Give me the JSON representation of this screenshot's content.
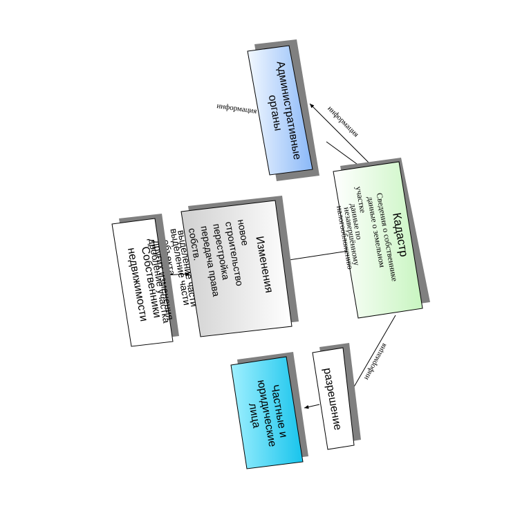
{
  "nodes": {
    "admin": {
      "label_lines": [
        "Административные",
        "органы"
      ],
      "fill": "#9ec8ff"
    },
    "cadastre": {
      "title": "Кадастр",
      "detail_lines": [
        "Сведения о собственнике",
        "данные о земельном",
        "участке"
      ],
      "overlap_lines": [
        "данные по",
        "незавершённому",
        "налогообложению"
      ],
      "fill": "#dcfad8"
    },
    "changes": {
      "title": "Изменения",
      "item_lines": [
        "новое",
        "строительство",
        "перестройка",
        "передача права",
        "собств.",
        "выделение части"
      ],
      "overlap_lines": [
        "выделение части",
        "объекта",
        "дробление"
      ],
      "fill": "#e6e6e6"
    },
    "owners": {
      "label_lines": [
        "Собственники",
        "недвижимости"
      ],
      "overlap_lines": [
        "других изменения",
        "дробление участка"
      ],
      "fill": "#ffffff"
    },
    "private": {
      "label_lines": [
        "Частные и",
        "юридические",
        "лица"
      ],
      "fill": "#28d2f0"
    },
    "permit": {
      "label": "разрешение",
      "fill": "#ffffff"
    }
  },
  "edges": {
    "admin_info_label": "информация",
    "cadastre_to_admin_label": "информация",
    "cadastre_to_private_label": "информация"
  },
  "colors": {
    "shadow": "#808080",
    "border": "#000000"
  }
}
